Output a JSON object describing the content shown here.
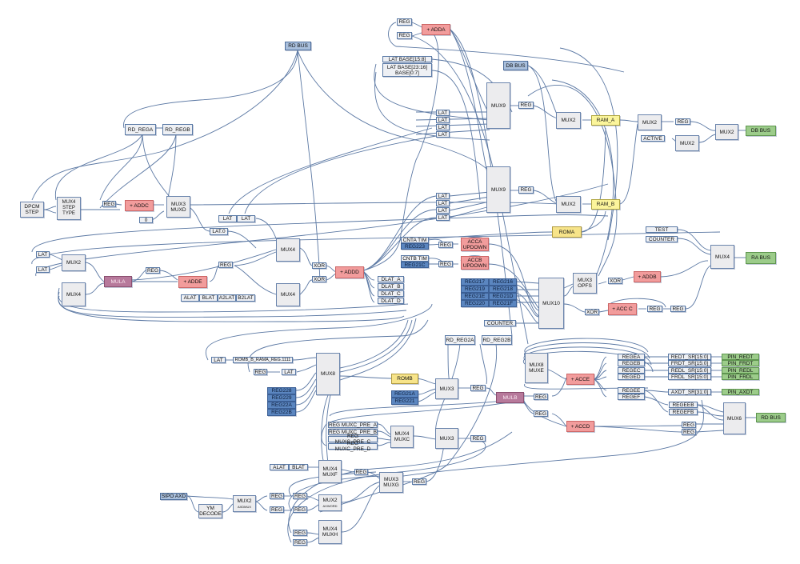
{
  "diagram": {
    "title": "",
    "nodes": [
      {
        "id": "rd-bus-top",
        "label": "RD BUS",
        "kind": "bus"
      },
      {
        "id": "reg-adda-1",
        "label": "REG",
        "kind": "reg"
      },
      {
        "id": "reg-adda-2",
        "label": "REG",
        "kind": "reg"
      },
      {
        "id": "adda",
        "label": "+ ADDA",
        "kind": "adder"
      },
      {
        "id": "lat-base-hi",
        "label": "LAT BASE[15:8]",
        "kind": "reg"
      },
      {
        "id": "lat-base-lo",
        "label": "LAT BASE[23:16]\nBASE[0:7]",
        "kind": "reg"
      },
      {
        "id": "db-bus-in",
        "label": "DB BUS",
        "kind": "bus"
      },
      {
        "id": "mux9-a",
        "label": "MUX9",
        "kind": "mux"
      },
      {
        "id": "reg-mux9a",
        "label": "REG",
        "kind": "reg"
      },
      {
        "id": "mux2-rama",
        "label": "MUX2",
        "kind": "mux"
      },
      {
        "id": "ram-a",
        "label": "RAM_A",
        "kind": "ram"
      },
      {
        "id": "mux2-out1",
        "label": "MUX2",
        "kind": "mux"
      },
      {
        "id": "reg-out1",
        "label": "REG",
        "kind": "reg"
      },
      {
        "id": "active",
        "label": "ACTIVE",
        "kind": "reg"
      },
      {
        "id": "mux2-out2",
        "label": "MUX2",
        "kind": "mux"
      },
      {
        "id": "mux2-out3",
        "label": "MUX2",
        "kind": "mux"
      },
      {
        "id": "db-bus-out",
        "label": "DB BUS",
        "kind": "pin"
      },
      {
        "id": "lat-a1",
        "label": "LAT",
        "kind": "reg"
      },
      {
        "id": "lat-a2",
        "label": "LAT",
        "kind": "reg"
      },
      {
        "id": "lat-a3",
        "label": "LAT",
        "kind": "reg"
      },
      {
        "id": "lat-a4",
        "label": "LAT",
        "kind": "reg"
      },
      {
        "id": "rd-rega",
        "label": "RD_REGA",
        "kind": "reg"
      },
      {
        "id": "rd-regb",
        "label": "RD_REGB",
        "kind": "reg"
      },
      {
        "id": "dpcm-step",
        "label": "DPCM\nSTEP",
        "kind": "mux"
      },
      {
        "id": "mux4-steptype",
        "label": "MUX4\nSTEP\nTYPE",
        "kind": "mux"
      },
      {
        "id": "reg-addc",
        "label": "REG",
        "kind": "reg"
      },
      {
        "id": "addc",
        "label": "+ ADDC",
        "kind": "adder"
      },
      {
        "id": "zero",
        "label": "0",
        "kind": "reg"
      },
      {
        "id": "mux3-muxd",
        "label": "MUX3\nMUXD",
        "kind": "mux"
      },
      {
        "id": "lat-b1",
        "label": "LAT",
        "kind": "reg"
      },
      {
        "id": "lat-b2",
        "label": "LAT",
        "kind": "reg"
      },
      {
        "id": "lat0",
        "label": "LAT.0",
        "kind": "reg"
      },
      {
        "id": "lat-b3",
        "label": "LAT",
        "kind": "reg"
      },
      {
        "id": "lat-b4",
        "label": "LAT",
        "kind": "reg"
      },
      {
        "id": "lat-b5",
        "label": "LAT",
        "kind": "reg"
      },
      {
        "id": "lat-b6",
        "label": "LAT",
        "kind": "reg"
      },
      {
        "id": "mux9-b",
        "label": "MUX9",
        "kind": "mux"
      },
      {
        "id": "reg-mux9b",
        "label": "REG",
        "kind": "reg"
      },
      {
        "id": "mux2-ramb",
        "label": "MUX2",
        "kind": "mux"
      },
      {
        "id": "ram-b",
        "label": "RAM_B",
        "kind": "ram"
      },
      {
        "id": "roma",
        "label": "ROMA",
        "kind": "rom"
      },
      {
        "id": "test",
        "label": "TEST",
        "kind": "reg"
      },
      {
        "id": "counter-top",
        "label": "COUNTER",
        "kind": "reg"
      },
      {
        "id": "mux4-ra",
        "label": "MUX4",
        "kind": "mux"
      },
      {
        "id": "ra-bus",
        "label": "RA BUS",
        "kind": "pin"
      },
      {
        "id": "lat-c1",
        "label": "LAT",
        "kind": "reg"
      },
      {
        "id": "lat-c2",
        "label": "LAT",
        "kind": "reg"
      },
      {
        "id": "mux2-left",
        "label": "MUX2",
        "kind": "mux"
      },
      {
        "id": "mux4-left",
        "label": "MUX4",
        "kind": "mux"
      },
      {
        "id": "mula",
        "label": "MULA",
        "kind": "mul"
      },
      {
        "id": "reg-mula",
        "label": "REG",
        "kind": "reg"
      },
      {
        "id": "adde",
        "label": "+ ADDE",
        "kind": "adder"
      },
      {
        "id": "reg-adde",
        "label": "REG",
        "kind": "reg"
      },
      {
        "id": "alat",
        "label": "ALAT",
        "kind": "reg"
      },
      {
        "id": "blat",
        "label": "BLAT",
        "kind": "reg"
      },
      {
        "id": "a2lat",
        "label": "A2LAT",
        "kind": "reg"
      },
      {
        "id": "b2lat",
        "label": "B2LAT",
        "kind": "reg"
      },
      {
        "id": "mux4-mid1",
        "label": "MUX4",
        "kind": "mux"
      },
      {
        "id": "mux4-mid2",
        "label": "MUX4",
        "kind": "mux"
      },
      {
        "id": "xor-1",
        "label": "XOR",
        "kind": "reg"
      },
      {
        "id": "xor-2",
        "label": "XOR",
        "kind": "reg"
      },
      {
        "id": "addd",
        "label": "+ ADDD",
        "kind": "adder"
      },
      {
        "id": "dlat-a",
        "label": "DLAT_A",
        "kind": "reg"
      },
      {
        "id": "dlat-b",
        "label": "DLAT_B",
        "kind": "reg"
      },
      {
        "id": "dlat-c",
        "label": "DLAT_C",
        "kind": "reg"
      },
      {
        "id": "dlat-d",
        "label": "DLAT_D",
        "kind": "reg"
      },
      {
        "id": "cnta-tim",
        "label": "CNTA TIM",
        "kind": "reg"
      },
      {
        "id": "reg223",
        "label": "REG223",
        "kind": "blue"
      },
      {
        "id": "reg-cnta",
        "label": "REG",
        "kind": "reg"
      },
      {
        "id": "acca",
        "label": "ACCA\nUPDOWN",
        "kind": "adder"
      },
      {
        "id": "cntb-tim",
        "label": "CNTB TIM",
        "kind": "reg"
      },
      {
        "id": "reg21c",
        "label": "REG21C",
        "kind": "blue"
      },
      {
        "id": "reg-cntb",
        "label": "REG",
        "kind": "reg"
      },
      {
        "id": "accb",
        "label": "ACCB\nUPDOWN",
        "kind": "adder"
      },
      {
        "id": "reg217",
        "label": "REG217",
        "kind": "blue"
      },
      {
        "id": "reg216",
        "label": "REG216",
        "kind": "blue"
      },
      {
        "id": "reg219",
        "label": "REG219",
        "kind": "blue"
      },
      {
        "id": "reg218",
        "label": "REG218",
        "kind": "blue"
      },
      {
        "id": "reg21e",
        "label": "REG21E",
        "kind": "blue"
      },
      {
        "id": "reg21d",
        "label": "REG21D",
        "kind": "blue"
      },
      {
        "id": "reg220",
        "label": "REG220",
        "kind": "blue"
      },
      {
        "id": "reg21f",
        "label": "REG21F",
        "kind": "blue"
      },
      {
        "id": "counter-mid",
        "label": "COUNTER",
        "kind": "reg"
      },
      {
        "id": "mux10",
        "label": "MUX10",
        "kind": "mux"
      },
      {
        "id": "mux3-opfs",
        "label": "MUX3\nOPFS",
        "kind": "mux"
      },
      {
        "id": "xor-3",
        "label": "XOR",
        "kind": "reg"
      },
      {
        "id": "addb",
        "label": "+ ADDB",
        "kind": "adder"
      },
      {
        "id": "xor-4",
        "label": "XOR",
        "kind": "reg"
      },
      {
        "id": "accc",
        "label": "+ ACC C",
        "kind": "adder"
      },
      {
        "id": "reg-accc1",
        "label": "REG",
        "kind": "reg"
      },
      {
        "id": "reg-accc2",
        "label": "REG",
        "kind": "reg"
      },
      {
        "id": "lat-d1",
        "label": "LAT",
        "kind": "reg"
      },
      {
        "id": "romb-rama",
        "label": "ROMB_B_RAMA_REG.1111",
        "kind": "reg"
      },
      {
        "id": "reg-d1",
        "label": "REG",
        "kind": "reg"
      },
      {
        "id": "lat-d2",
        "label": "LAT",
        "kind": "reg"
      },
      {
        "id": "reg228",
        "label": "REG228",
        "kind": "blue"
      },
      {
        "id": "reg229",
        "label": "REG229",
        "kind": "blue"
      },
      {
        "id": "reg22a",
        "label": "REG22A",
        "kind": "blue"
      },
      {
        "id": "reg22b",
        "label": "REG22B",
        "kind": "blue"
      },
      {
        "id": "mux8",
        "label": "MUX8",
        "kind": "mux"
      },
      {
        "id": "rd-reg2a",
        "label": "RD_REG2A",
        "kind": "reg"
      },
      {
        "id": "rd-reg2b",
        "label": "RD_REG2B",
        "kind": "reg"
      },
      {
        "id": "romb",
        "label": "ROMB",
        "kind": "rom"
      },
      {
        "id": "reg21a",
        "label": "REG21A",
        "kind": "blue"
      },
      {
        "id": "reg221",
        "label": "REG221",
        "kind": "blue"
      },
      {
        "id": "mux3-e1",
        "label": "MUX3",
        "kind": "mux"
      },
      {
        "id": "reg-e1",
        "label": "REG",
        "kind": "reg"
      },
      {
        "id": "mulb",
        "label": "MULB",
        "kind": "mul"
      },
      {
        "id": "reg-mulb1",
        "label": "REG",
        "kind": "reg"
      },
      {
        "id": "reg-mulb2",
        "label": "REG",
        "kind": "reg"
      },
      {
        "id": "muxc-pre-a",
        "label": "REG MUXC_PRE_A",
        "kind": "reg"
      },
      {
        "id": "muxc-pre-b",
        "label": "REG MUXC_PRE_B",
        "kind": "reg"
      },
      {
        "id": "muxc-pre-c",
        "label": "REG MUXC_PRE_C",
        "kind": "reg"
      },
      {
        "id": "muxc-pre-d",
        "label": "REG MUXC_PRE_D",
        "kind": "reg"
      },
      {
        "id": "mux4-muxc",
        "label": "MUX4\nMUXC",
        "kind": "mux"
      },
      {
        "id": "mux3-e2",
        "label": "MUX3",
        "kind": "mux"
      },
      {
        "id": "reg-e2",
        "label": "REG",
        "kind": "reg"
      },
      {
        "id": "mux8-muxe",
        "label": "MUX8\nMUXE",
        "kind": "mux"
      },
      {
        "id": "acce",
        "label": "+ ACCE",
        "kind": "adder"
      },
      {
        "id": "accd",
        "label": "+ ACCD",
        "kind": "adder"
      },
      {
        "id": "regea",
        "label": "REGEA",
        "kind": "reg"
      },
      {
        "id": "regeb",
        "label": "REGEB",
        "kind": "reg"
      },
      {
        "id": "regec",
        "label": "REGEC",
        "kind": "reg"
      },
      {
        "id": "reged",
        "label": "REGED",
        "kind": "reg"
      },
      {
        "id": "regee",
        "label": "REGEE",
        "kind": "reg"
      },
      {
        "id": "regef",
        "label": "REGEF",
        "kind": "reg"
      },
      {
        "id": "redt-sr",
        "label": "REDT_SR[15:0]",
        "kind": "reg"
      },
      {
        "id": "frdt-sr",
        "label": "FRDT_SR[15:0]",
        "kind": "reg"
      },
      {
        "id": "redl-sr",
        "label": "REDL_SR[15:0]",
        "kind": "reg"
      },
      {
        "id": "frdl-sr",
        "label": "FRDL_SR[15:0]",
        "kind": "reg"
      },
      {
        "id": "axdt-sr",
        "label": "AXDT_SR[31:0]",
        "kind": "reg"
      },
      {
        "id": "pin-redt",
        "label": "PIN_REDT",
        "kind": "pin"
      },
      {
        "id": "pin-frdt",
        "label": "PIN_FRDT",
        "kind": "pin"
      },
      {
        "id": "pin-redl",
        "label": "PIN_REDL",
        "kind": "pin"
      },
      {
        "id": "pin-frdl",
        "label": "PIN_FRDL",
        "kind": "pin"
      },
      {
        "id": "pin-axdt",
        "label": "PIN_AXDT",
        "kind": "pin"
      },
      {
        "id": "regeeb",
        "label": "REGEEB",
        "kind": "reg"
      },
      {
        "id": "regefb",
        "label": "REGEFB",
        "kind": "reg"
      },
      {
        "id": "reg-f1",
        "label": "REG",
        "kind": "reg"
      },
      {
        "id": "reg-f2",
        "label": "REG",
        "kind": "reg"
      },
      {
        "id": "mux6",
        "label": "MUX6",
        "kind": "mux"
      },
      {
        "id": "rd-bus-out",
        "label": "RD BUS",
        "kind": "pin"
      },
      {
        "id": "alat-2",
        "label": "ALAT",
        "kind": "reg"
      },
      {
        "id": "blat-2",
        "label": "BLAT",
        "kind": "reg"
      },
      {
        "id": "mux4-muxf",
        "label": "MUX4\nMUXF",
        "kind": "mux"
      },
      {
        "id": "reg-g1",
        "label": "REG",
        "kind": "reg"
      },
      {
        "id": "mux3-muxg",
        "label": "MUX3\nMUXG",
        "kind": "mux"
      },
      {
        "id": "reg-g2",
        "label": "REG",
        "kind": "reg"
      },
      {
        "id": "sipo-axd",
        "label": "SIPO AXD",
        "kind": "bus"
      },
      {
        "id": "ym-decode",
        "label": "YM\nDECODE",
        "kind": "mux"
      },
      {
        "id": "mux2-axdmux",
        "label": "MUX2",
        "kind": "mux"
      },
      {
        "id": "axdmux-sub",
        "label": "AXDMUX",
        "kind": "sub"
      },
      {
        "id": "reg-h1",
        "label": "REG",
        "kind": "reg"
      },
      {
        "id": "reg-h2",
        "label": "REG",
        "kind": "reg"
      },
      {
        "id": "reg-h3",
        "label": "REG",
        "kind": "reg"
      },
      {
        "id": "reg-h4",
        "label": "REG",
        "kind": "reg"
      },
      {
        "id": "mux2-axword",
        "label": "MUX2",
        "kind": "mux"
      },
      {
        "id": "axword-sub",
        "label": "AXWORD",
        "kind": "sub"
      },
      {
        "id": "reg-h5",
        "label": "REG",
        "kind": "reg"
      },
      {
        "id": "reg-h6",
        "label": "REG",
        "kind": "reg"
      },
      {
        "id": "mux4-muxh",
        "label": "MUX4\nMUXH",
        "kind": "mux"
      }
    ]
  }
}
